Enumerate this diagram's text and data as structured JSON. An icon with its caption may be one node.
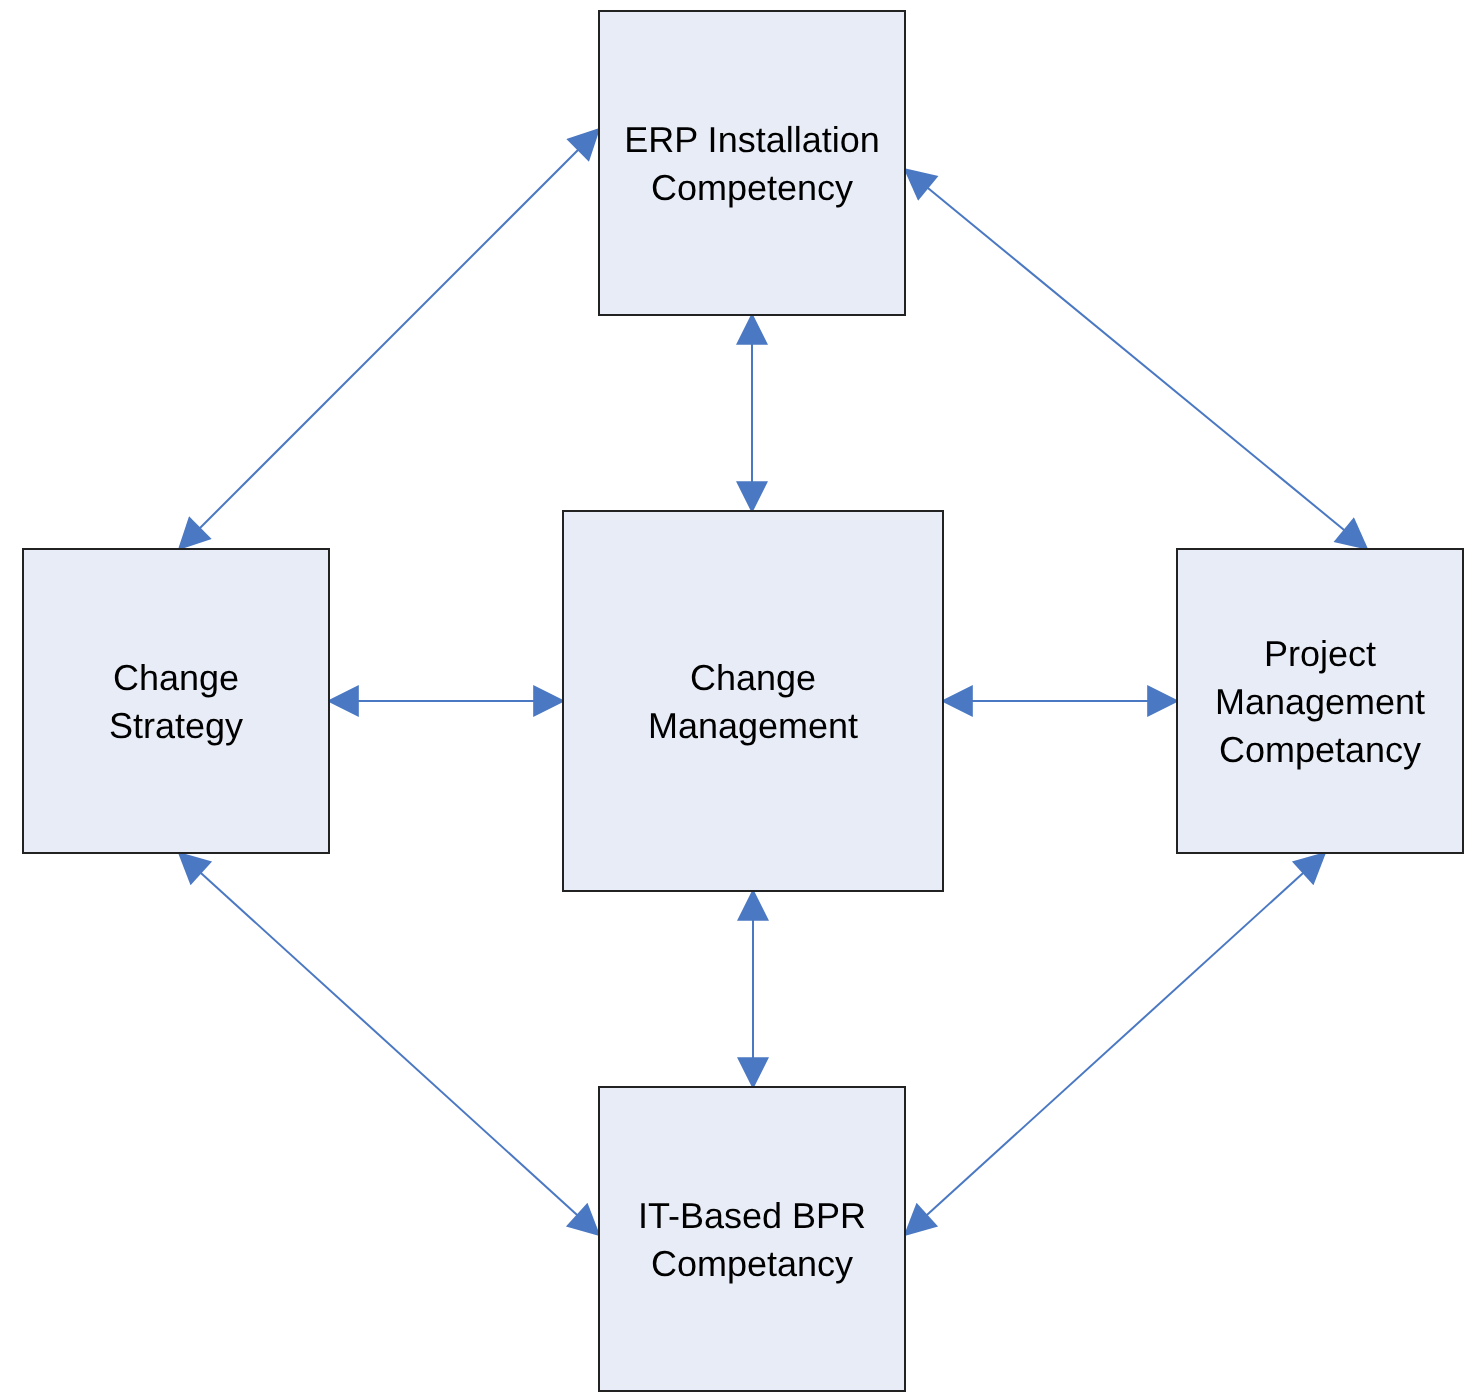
{
  "diagram": {
    "nodes": [
      {
        "text": [
          "ERP Installation Competency"
        ]
      },
      {
        "text": [
          "Change Strategy"
        ]
      },
      {
        "text": [
          "Change Management"
        ]
      },
      {
        "text": [
          "Project Management Competancy"
        ]
      },
      {
        "text": [
          "IT-Based BPR Competancy"
        ]
      }
    ],
    "edges": [
      {
        "from": 0,
        "to": 1,
        "arrow": "both"
      },
      {
        "from": 0,
        "to": 3,
        "arrow": "both"
      },
      {
        "from": 0,
        "to": 2,
        "arrow": "both"
      },
      {
        "from": 1,
        "to": 2,
        "arrow": "both"
      },
      {
        "from": 2,
        "to": 3,
        "arrow": "both"
      },
      {
        "from": 2,
        "to": 4,
        "arrow": "both"
      },
      {
        "from": 1,
        "to": 4,
        "arrow": "both"
      },
      {
        "from": 3,
        "to": 4,
        "arrow": "both"
      }
    ]
  }
}
